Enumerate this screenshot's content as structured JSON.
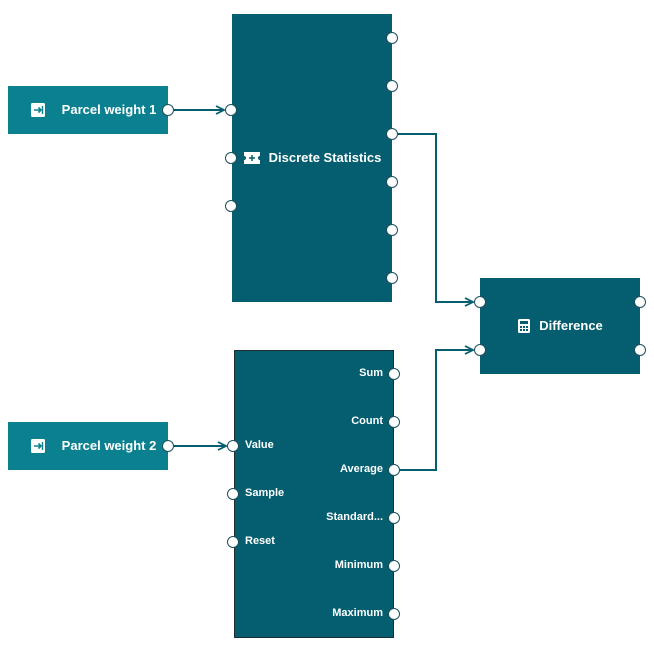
{
  "nodes": {
    "parcel_weight_1": {
      "label": "Parcel weight 1",
      "icon": "input-arrow-icon"
    },
    "parcel_weight_2": {
      "label": "Parcel weight 2",
      "icon": "input-arrow-icon"
    },
    "discrete_statistics_1": {
      "label": "Discrete Statistics",
      "icon": "statistics-icon"
    },
    "difference": {
      "label": "Difference",
      "icon": "calculator-icon"
    },
    "discrete_statistics_2": {
      "inputs": [
        "Value",
        "Sample",
        "Reset"
      ],
      "outputs": [
        "Sum",
        "Count",
        "Average",
        "Standard...",
        "Minimum",
        "Maximum"
      ]
    }
  },
  "colors": {
    "input_node": "#0b8090",
    "block_node": "#045e70",
    "wire": "#045e70",
    "port_fill": "#ffffff"
  }
}
